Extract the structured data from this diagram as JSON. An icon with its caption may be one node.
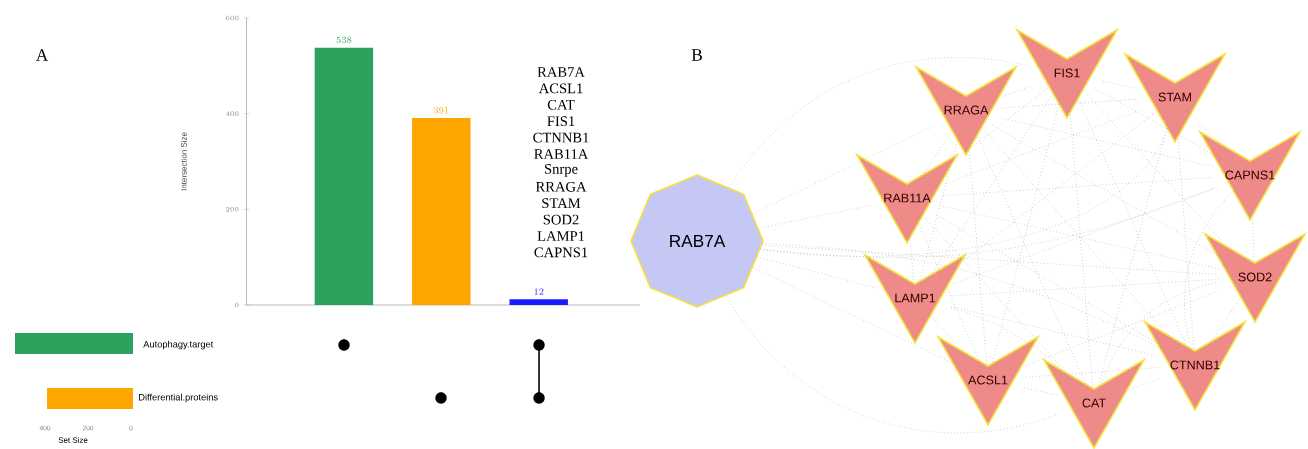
{
  "diagram": {
    "nodes": [
      {
        "text": [
          "RAB7A"
        ]
      },
      {
        "text": [
          "RRAGA"
        ]
      },
      {
        "text": [
          "FIS1"
        ]
      },
      {
        "text": [
          "STAM"
        ]
      },
      {
        "text": [
          "RAB11A"
        ]
      },
      {
        "text": [
          "CAPNS1"
        ]
      },
      {
        "text": [
          "SOD2"
        ]
      },
      {
        "text": [
          "LAMP1"
        ]
      },
      {
        "text": [
          "CTNNB1"
        ]
      },
      {
        "text": [
          "ACSL1"
        ]
      },
      {
        "text": [
          "CAT"
        ]
      }
    ],
    "edges": [
      {
        "from": 0,
        "to": 1,
        "arrow": "none"
      },
      {
        "from": 0,
        "to": 2,
        "arrow": "none"
      },
      {
        "from": 0,
        "to": 3,
        "arrow": "none"
      },
      {
        "from": 0,
        "to": 4,
        "arrow": "none"
      },
      {
        "from": 0,
        "to": 5,
        "arrow": "none"
      },
      {
        "from": 0,
        "to": 6,
        "arrow": "none"
      },
      {
        "from": 0,
        "to": 7,
        "arrow": "none"
      },
      {
        "from": 0,
        "to": 8,
        "arrow": "none"
      },
      {
        "from": 0,
        "to": 9,
        "arrow": "none"
      },
      {
        "from": 0,
        "to": 10,
        "arrow": "none"
      },
      {
        "from": 1,
        "to": 2,
        "arrow": "none"
      },
      {
        "from": 1,
        "to": 3,
        "arrow": "none"
      },
      {
        "from": 1,
        "to": 4,
        "arrow": "none"
      },
      {
        "from": 1,
        "to": 5,
        "arrow": "none"
      },
      {
        "from": 1,
        "to": 6,
        "arrow": "none"
      },
      {
        "from": 1,
        "to": 7,
        "arrow": "none"
      },
      {
        "from": 1,
        "to": 8,
        "arrow": "none"
      },
      {
        "from": 1,
        "to": 9,
        "arrow": "none"
      },
      {
        "from": 1,
        "to": 10,
        "arrow": "none"
      },
      {
        "from": 2,
        "to": 3,
        "arrow": "none"
      },
      {
        "from": 2,
        "to": 4,
        "arrow": "none"
      },
      {
        "from": 2,
        "to": 5,
        "arrow": "none"
      },
      {
        "from": 2,
        "to": 6,
        "arrow": "none"
      },
      {
        "from": 2,
        "to": 7,
        "arrow": "none"
      },
      {
        "from": 2,
        "to": 8,
        "arrow": "none"
      },
      {
        "from": 2,
        "to": 9,
        "arrow": "none"
      },
      {
        "from": 2,
        "to": 10,
        "arrow": "none"
      },
      {
        "from": 3,
        "to": 4,
        "arrow": "none"
      },
      {
        "from": 3,
        "to": 5,
        "arrow": "none"
      },
      {
        "from": 3,
        "to": 7,
        "arrow": "none"
      },
      {
        "from": 3,
        "to": 8,
        "arrow": "none"
      },
      {
        "from": 3,
        "to": 10,
        "arrow": "none"
      },
      {
        "from": 4,
        "to": 5,
        "arrow": "none"
      },
      {
        "from": 4,
        "to": 6,
        "arrow": "none"
      },
      {
        "from": 4,
        "to": 7,
        "arrow": "none"
      },
      {
        "from": 4,
        "to": 8,
        "arrow": "none"
      },
      {
        "from": 4,
        "to": 9,
        "arrow": "none"
      },
      {
        "from": 4,
        "to": 10,
        "arrow": "none"
      },
      {
        "from": 5,
        "to": 6,
        "arrow": "none"
      },
      {
        "from": 5,
        "to": 7,
        "arrow": "none"
      },
      {
        "from": 5,
        "to": 8,
        "arrow": "none"
      },
      {
        "from": 6,
        "to": 7,
        "arrow": "none"
      },
      {
        "from": 6,
        "to": 8,
        "arrow": "none"
      },
      {
        "from": 6,
        "to": 9,
        "arrow": "none"
      },
      {
        "from": 6,
        "to": 10,
        "arrow": "none"
      },
      {
        "from": 7,
        "to": 8,
        "arrow": "none"
      },
      {
        "from": 7,
        "to": 9,
        "arrow": "none"
      },
      {
        "from": 7,
        "to": 10,
        "arrow": "none"
      },
      {
        "from": 8,
        "to": 9,
        "arrow": "none"
      },
      {
        "from": 8,
        "to": 10,
        "arrow": "none"
      },
      {
        "from": 9,
        "to": 10,
        "arrow": "none"
      }
    ],
    "labels": [
      "A",
      "RAB7A",
      "ACSL1",
      "CAT",
      "FIS1",
      "CTNNB1",
      "RAB11A",
      "Snrpe",
      "RRAGA",
      "STAM",
      "SOD2",
      "LAMP1",
      "CAPNS1",
      "B",
      "Autophagy.target",
      "Differential.proteins",
      "400",
      "200",
      "0",
      "Set Size"
    ],
    "chart_data": {
      "type": "bar",
      "ylabel": "Intersection Size",
      "ylim": [
        0,
        600
      ],
      "yticks": [
        0,
        200,
        400,
        600
      ],
      "data_labels": true,
      "series": [
        {
          "color": "#2ca25f",
          "values": [
            538,
            null,
            null
          ]
        },
        {
          "color": "#ffa500",
          "values": [
            null,
            391,
            null
          ]
        },
        {
          "color": "#1a1aff",
          "values": [
            null,
            null,
            12
          ]
        }
      ]
    }
  }
}
